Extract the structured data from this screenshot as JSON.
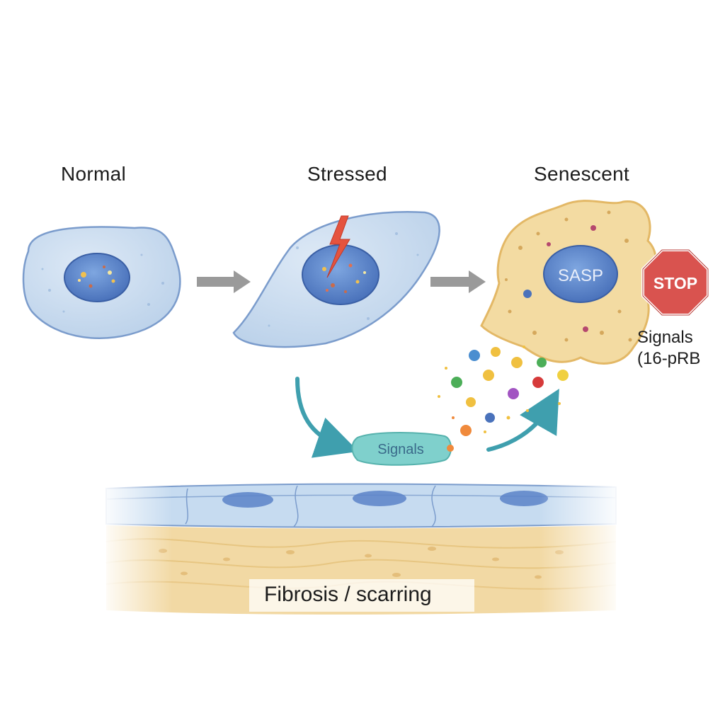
{
  "stages": {
    "normal": "Normal",
    "stressed": "Stressed",
    "senescent": "Senescent"
  },
  "senescent_nucleus_text": "SASP",
  "stop_sign": {
    "text": "STOP",
    "color": "#d9534f"
  },
  "signals_side": {
    "line1": "Signals",
    "line2": "(16-pRB"
  },
  "signals_capsule": "Signals",
  "tissue_label": "Fibrosis / scarring",
  "colors": {
    "cell_blue": "#c9dcef",
    "cell_outline": "#7b9ccc",
    "nucleus": "#5a83c8",
    "senescent_fill": "#f3dba2",
    "senescent_outline": "#e3b866",
    "arrow_gray": "#9a9a9a",
    "teal_arrow": "#3f9fae",
    "capsule": "#7fd0cc",
    "fibrosis": "#f2d9a4"
  },
  "icons": [
    "lightning-bolt-icon",
    "stop-sign-icon"
  ]
}
